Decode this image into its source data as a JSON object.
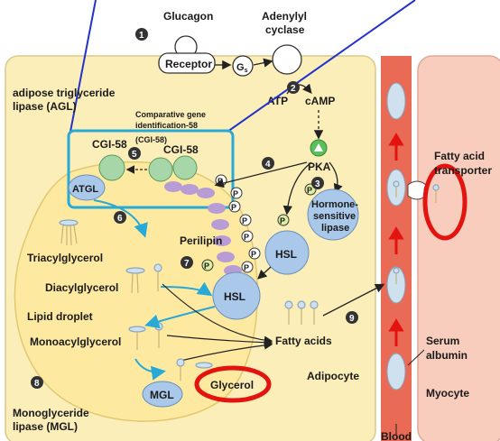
{
  "colors": {
    "adipocyte": "#fbeeb8",
    "myocyte": "#f8cdbd",
    "blood": "#e96a55",
    "lipid": "#fde9a0",
    "protein_blue": "#a9c8ea",
    "cgi58_green": "#a7d7a8",
    "perilipin": "#b89cd6",
    "highlight_box": "#29a9d6",
    "red_circle": "#e3140f",
    "callout_line": "#2233cc"
  },
  "signal": {
    "glucagon": "Glucagon",
    "adenylyl_cyclase": [
      "Adenylyl",
      "cyclase"
    ],
    "receptor": "Receptor",
    "gs": "G",
    "gs_sub": "s",
    "atp": "ATP",
    "camp": "cAMP",
    "pka": "PKA"
  },
  "steps": [
    "1",
    "2",
    "3",
    "4",
    "5",
    "6",
    "7",
    "8",
    "9"
  ],
  "labels": {
    "agl": [
      "adipose triglyceride",
      "lipase (AGL)"
    ],
    "cgi58_full": [
      "Comparative gene",
      "identification-58",
      "(CGI-58)"
    ],
    "cgi58": "CGI-58",
    "atgl": "ATGL",
    "perilipin": "Perilipin",
    "p": "P",
    "triacylglycerol": "Triacylglycerol",
    "diacylglycerol": "Diacylglycerol",
    "lipid_droplet": "Lipid droplet",
    "monoacylglycerol": "Monoacylglycerol",
    "mgl": "MGL",
    "glycerol": "Glycerol",
    "monoglyceride": [
      "Monoglyceride",
      "lipase (MGL)"
    ],
    "hsl": "HSL",
    "hormone_sensitive": [
      "Hormone-",
      "sensitive",
      "lipase"
    ],
    "fatty_acids": "Fatty acids",
    "adipocyte": "Adipocyte",
    "fatty_acid_transporter": [
      "Fatty acid",
      "transporter"
    ],
    "serum_albumin": [
      "Serum",
      "albumin"
    ],
    "myocyte": "Myocyte",
    "blood": "Blood"
  }
}
